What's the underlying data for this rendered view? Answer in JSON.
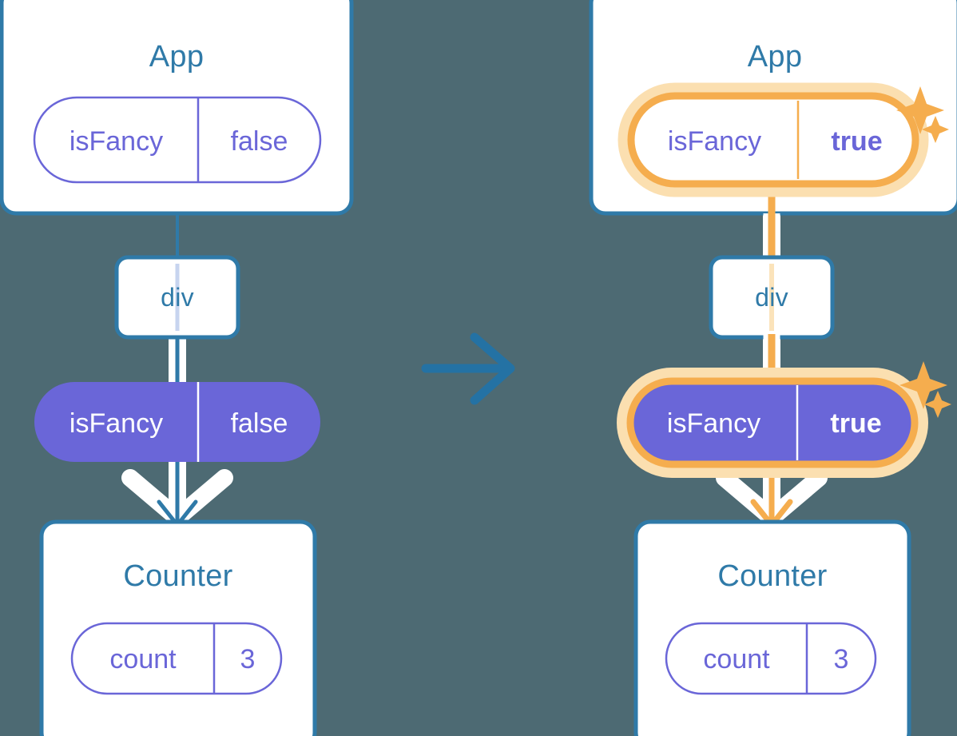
{
  "diagram": {
    "type": "react-state-propagation",
    "background_color": "#4d6a73",
    "transition_arrow": "arrow-right-icon",
    "colors": {
      "box_border": "#2f7aa8",
      "box_fill": "#ffffff",
      "pill_border": "#6a66d8",
      "pill_fill_active": "#6a66d8",
      "text_title": "#2f7aa8",
      "text_pill": "#6a66d8",
      "text_pill_on_fill": "#ffffff",
      "highlight": "#f5ad4e",
      "highlight_glow": "#fbdfb0",
      "arrow_halo": "#ffffff",
      "line_faint": "#c7d4ef"
    },
    "panels": [
      {
        "id": "before",
        "app": {
          "title": "App",
          "prop": {
            "name": "isFancy",
            "value": "false",
            "highlighted": false,
            "filled": false
          }
        },
        "element": {
          "label": "div"
        },
        "passed_prop": {
          "name": "isFancy",
          "value": "false",
          "highlighted": false,
          "filled": true
        },
        "counter": {
          "title": "Counter",
          "state": {
            "name": "count",
            "value": "3",
            "highlighted": false,
            "filled": false
          }
        },
        "sparkles": false
      },
      {
        "id": "after",
        "app": {
          "title": "App",
          "prop": {
            "name": "isFancy",
            "value": "true",
            "highlighted": true,
            "filled": false
          }
        },
        "element": {
          "label": "div"
        },
        "passed_prop": {
          "name": "isFancy",
          "value": "true",
          "highlighted": true,
          "filled": true
        },
        "counter": {
          "title": "Counter",
          "state": {
            "name": "count",
            "value": "3",
            "highlighted": false,
            "filled": false
          }
        },
        "sparkles": true
      }
    ]
  }
}
